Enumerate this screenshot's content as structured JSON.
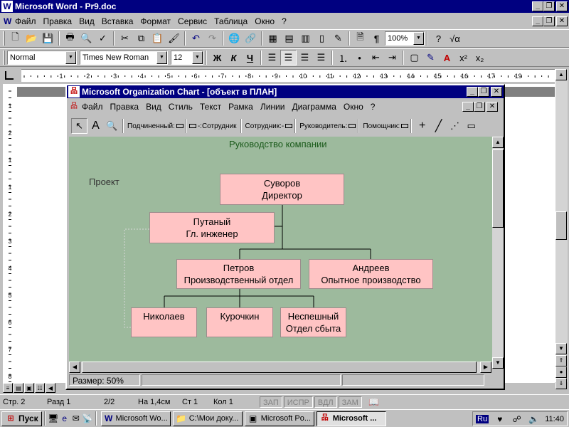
{
  "word": {
    "title": "Microsoft Word - Pr9.doc",
    "app_icon": "W",
    "menu": [
      "Файл",
      "Правка",
      "Вид",
      "Вставка",
      "Формат",
      "Сервис",
      "Таблица",
      "Окно",
      "?"
    ],
    "window_buttons": [
      "_",
      "❐",
      "✕"
    ],
    "zoom": "100%",
    "style": "Normal",
    "font": "Times New Roman",
    "size": "12",
    "bold": "Ж",
    "italic": "К",
    "underline": "Ч",
    "ruler_h_labels": [
      "1",
      "2",
      "3",
      "4",
      "5",
      "6",
      "7",
      "8",
      "9",
      "10",
      "11",
      "12",
      "13",
      "14",
      "15",
      "16",
      "17",
      "19"
    ],
    "ruler_v_labels": [
      "1",
      "2",
      "1",
      "1",
      "2",
      "3",
      "4",
      "5",
      "6",
      "7",
      "8"
    ]
  },
  "org": {
    "title": "Microsoft Organization Chart - [объект в ПЛАН]",
    "menu": [
      "Файл",
      "Правка",
      "Вид",
      "Стиль",
      "Текст",
      "Рамка",
      "Линии",
      "Диаграмма",
      "Окно",
      "?"
    ],
    "tools": {
      "subordinate": "Подчиненный:",
      "coworker_left": "-:Сотрудник",
      "coworker_right": "Сотрудник:-",
      "manager": "Руководитель:",
      "assistant": "Помощник:"
    },
    "chart_title": "Руководство компании",
    "project_label": "Проект",
    "boxes": {
      "director": {
        "name": "Суворов",
        "role": "Директор"
      },
      "engineer": {
        "name": "Путаный",
        "role": "Гл. инженер"
      },
      "production": {
        "name": "Петров",
        "role": "Производственный отдел"
      },
      "pilot": {
        "name": "Андреев",
        "role": "Опытное производство"
      },
      "nikolaev": {
        "name": "Николаев"
      },
      "kurochkin": {
        "name": "Курочкин"
      },
      "sales": {
        "name": "Неспешный",
        "role": "Отдел сбыта"
      }
    },
    "zoom_status": "Размер: 50%"
  },
  "status": {
    "page": "Стр. 2",
    "section": "Разд 1",
    "pages": "2/2",
    "at": "На 1,4см",
    "line": "Ст 1",
    "col": "Кол 1",
    "rec": "ЗАП",
    "trk": "ИСПР",
    "ext": "ВДЛ",
    "ovr": "ЗАМ"
  },
  "taskbar": {
    "start": "Пуск",
    "tasks": [
      "Microsoft Wo...",
      "C:\\Мои доку...",
      "Microsoft Po...",
      "Microsoft ..."
    ],
    "lang": "Ru",
    "time": "11:40"
  },
  "colors": {
    "title_bar": "#000080",
    "canvas": "#9dba9d",
    "box_fill": "#ffc4c4",
    "chart_title": "#1a5a1a"
  }
}
